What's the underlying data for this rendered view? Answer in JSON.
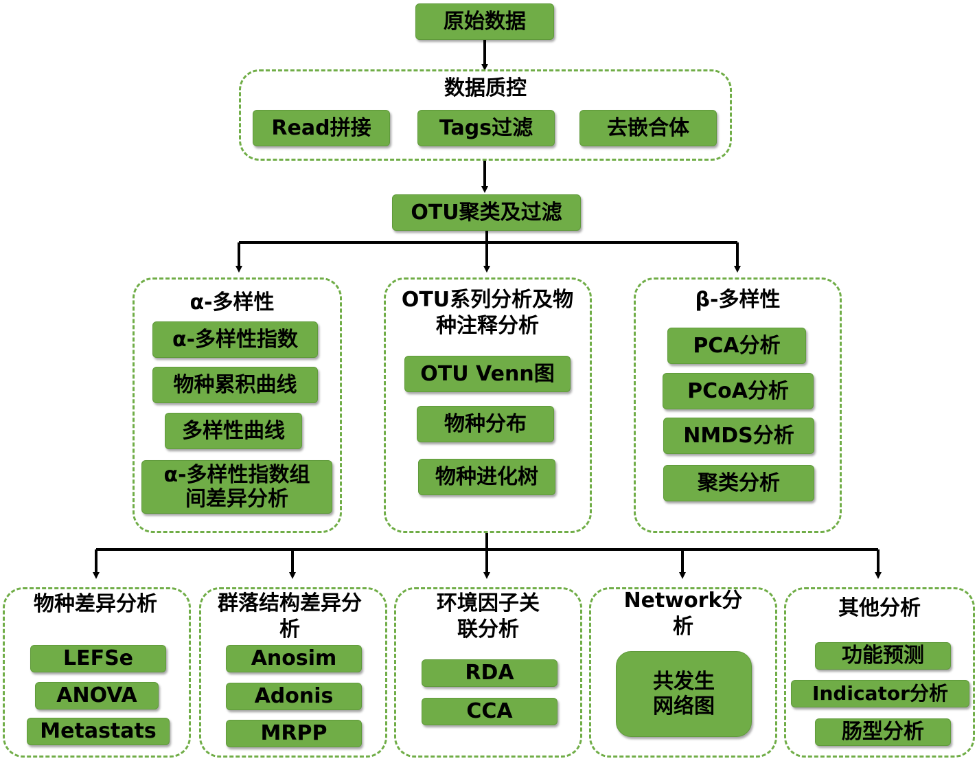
{
  "colors": {
    "box_fill": "#70ad47",
    "group_border": "#70ad47",
    "arrow": "#000000"
  },
  "raw_data": "原始数据",
  "qc": {
    "title": "数据质控",
    "items": [
      "Read拼接",
      "Tags过滤",
      "去嵌合体"
    ]
  },
  "otu_cluster": "OTU聚类及过滤",
  "alpha": {
    "title": "α-多样性",
    "items": [
      "α-多样性指数",
      "物种累积曲线",
      "多样性曲线",
      "α-多样性指数组间差异分析"
    ]
  },
  "otu_series": {
    "title": "OTU系列分析及物种注释分析",
    "items": [
      "OTU Venn图",
      "物种分布",
      "物种进化树"
    ]
  },
  "beta": {
    "title": "β-多样性",
    "items": [
      "PCA分析",
      "PCoA分析",
      "NMDS分析",
      "聚类分析"
    ]
  },
  "species_diff": {
    "title": "物种差异分析",
    "items": [
      "LEFSe",
      "ANOVA",
      "Metastats"
    ]
  },
  "community": {
    "title": "群落结构差异分析",
    "items": [
      "Anosim",
      "Adonis",
      "MRPP"
    ]
  },
  "env": {
    "title": "环境因子关联分析",
    "items": [
      "RDA",
      "CCA"
    ]
  },
  "network": {
    "title": "Network分析",
    "items": [
      "共发生网络图"
    ]
  },
  "other": {
    "title": "其他分析",
    "items": [
      "功能预测",
      "Indicator分析",
      "肠型分析"
    ]
  }
}
